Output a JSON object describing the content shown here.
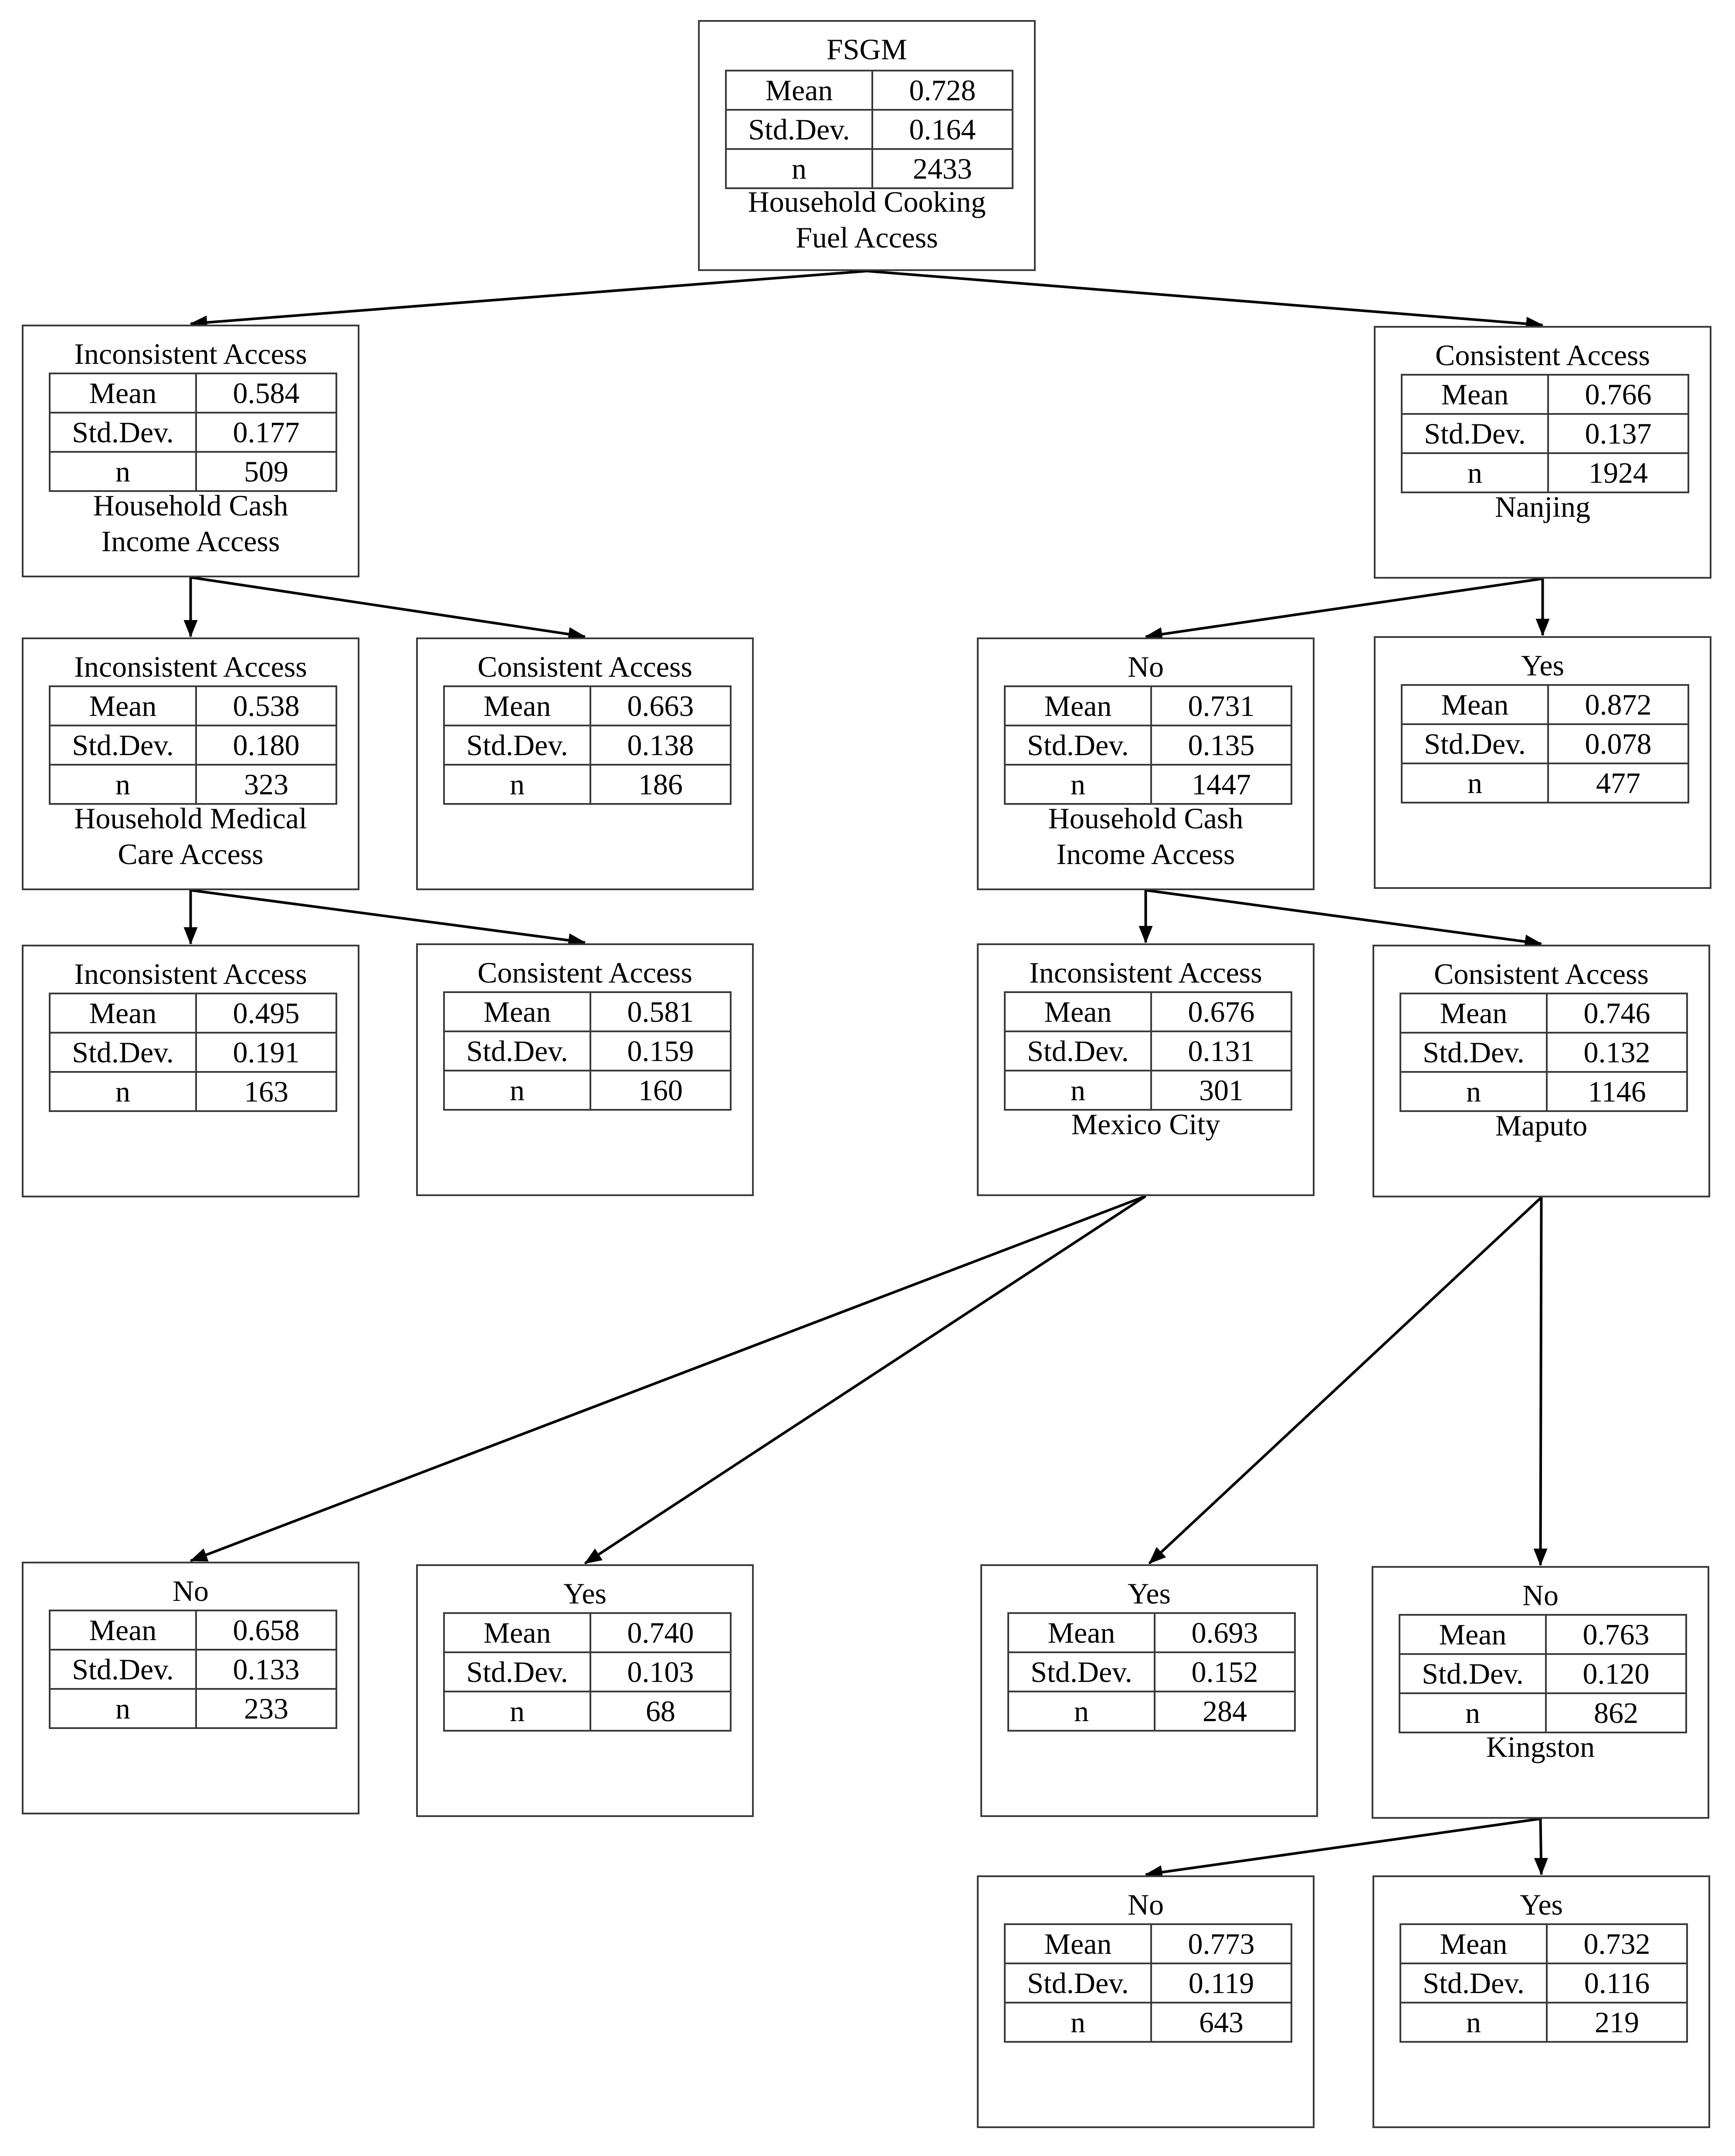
{
  "nodes": [
    {
      "id": "root",
      "title": "FSGM",
      "mean": "0.728",
      "std": "0.164",
      "n": "2433",
      "split": "Household Cooking Fuel Access"
    },
    {
      "id": "inc",
      "title": "Inconsistent Access",
      "mean": "0.584",
      "std": "0.177",
      "n": "509",
      "split": "Household Cash Income Access"
    },
    {
      "id": "con",
      "title": "Consistent Access",
      "mean": "0.766",
      "std": "0.137",
      "n": "1924",
      "split": "Nanjing"
    },
    {
      "id": "inc_inc",
      "title": "Inconsistent Access",
      "mean": "0.538",
      "std": "0.180",
      "n": "323",
      "split": "Household Medical Care Access"
    },
    {
      "id": "inc_con",
      "title": "Consistent Access",
      "mean": "0.663",
      "std": "0.138",
      "n": "186",
      "split": ""
    },
    {
      "id": "nanjing_no",
      "title": "No",
      "mean": "0.731",
      "std": "0.135",
      "n": "1447",
      "split": "Household Cash Income Access"
    },
    {
      "id": "nanjing_yes",
      "title": "Yes",
      "mean": "0.872",
      "std": "0.078",
      "n": "477",
      "split": ""
    },
    {
      "id": "med_inc",
      "title": "Inconsistent Access",
      "mean": "0.495",
      "std": "0.191",
      "n": "163",
      "split": ""
    },
    {
      "id": "med_con",
      "title": "Consistent Access",
      "mean": "0.581",
      "std": "0.159",
      "n": "160",
      "split": ""
    },
    {
      "id": "cash_inc",
      "title": "Inconsistent Access",
      "mean": "0.676",
      "std": "0.131",
      "n": "301",
      "split": "Mexico City"
    },
    {
      "id": "cash_con",
      "title": "Consistent Access",
      "mean": "0.746",
      "std": "0.132",
      "n": "1146",
      "split": "Maputo"
    },
    {
      "id": "mex_no",
      "title": "No",
      "mean": "0.658",
      "std": "0.133",
      "n": "233",
      "split": ""
    },
    {
      "id": "mex_yes",
      "title": "Yes",
      "mean": "0.740",
      "std": "0.103",
      "n": "68",
      "split": ""
    },
    {
      "id": "map_yes",
      "title": "Yes",
      "mean": "0.693",
      "std": "0.152",
      "n": "284",
      "split": ""
    },
    {
      "id": "map_no",
      "title": "No",
      "mean": "0.763",
      "std": "0.120",
      "n": "862",
      "split": "Kingston"
    },
    {
      "id": "king_no",
      "title": "No",
      "mean": "0.773",
      "std": "0.119",
      "n": "643",
      "split": ""
    },
    {
      "id": "king_yes",
      "title": "Yes",
      "mean": "0.732",
      "std": "0.116",
      "n": "219",
      "split": ""
    }
  ],
  "labels": {
    "mean": "Mean",
    "std": "Std.Dev.",
    "n": "n"
  }
}
